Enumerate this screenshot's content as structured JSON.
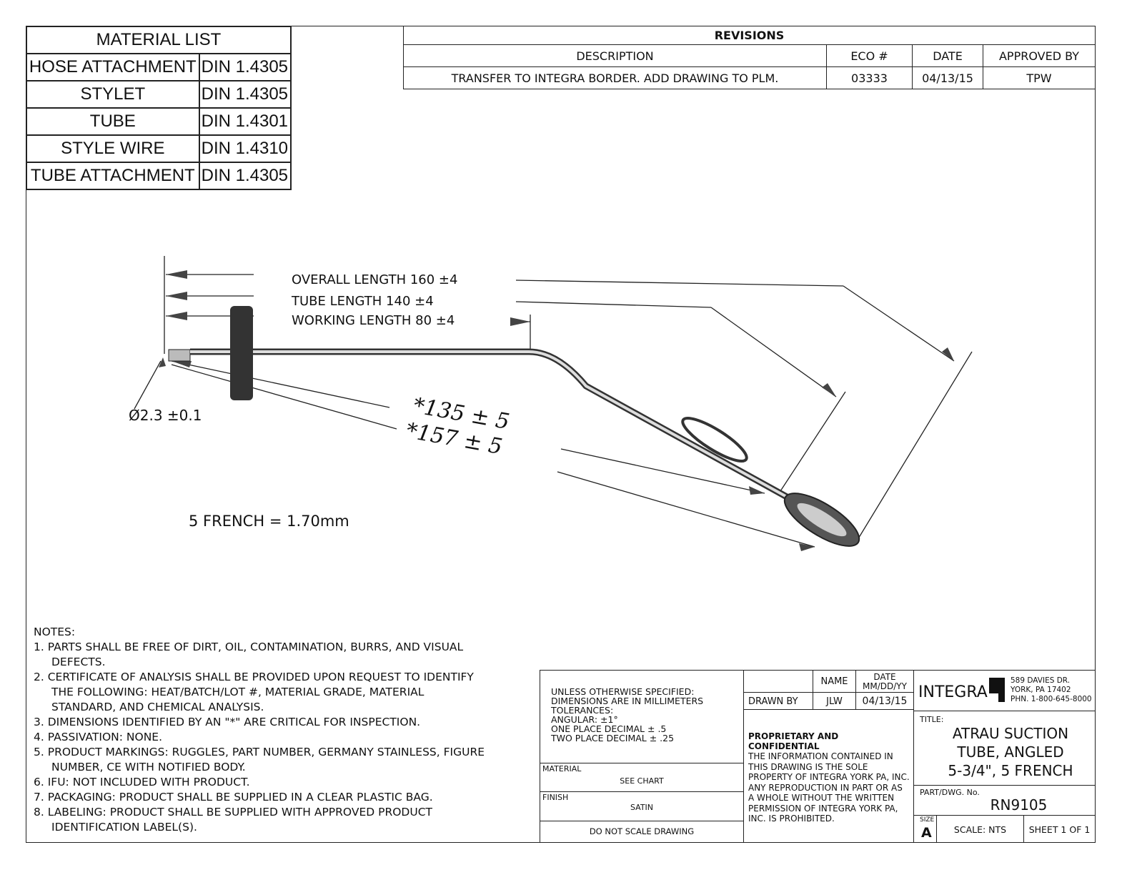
{
  "material_list": {
    "title": "MATERIAL LIST",
    "rows": [
      {
        "part": "HOSE ATTACHMENT",
        "material": "DIN 1.4305"
      },
      {
        "part": "STYLET",
        "material": "DIN 1.4305"
      },
      {
        "part": "TUBE",
        "material": "DIN 1.4301"
      },
      {
        "part": "STYLE WIRE",
        "material": "DIN 1.4310"
      },
      {
        "part": "TUBE ATTACHMENT",
        "material": "DIN 1.4305"
      }
    ]
  },
  "revisions": {
    "title": "REVISIONS",
    "headers": [
      "DESCRIPTION",
      "ECO #",
      "DATE",
      "APPROVED BY"
    ],
    "rows": [
      {
        "description": "TRANSFER TO INTEGRA BORDER. ADD DRAWING TO PLM.",
        "eco": "03333",
        "date": "04/13/15",
        "approved": "TPW"
      }
    ]
  },
  "drawing": {
    "overall": "OVERALL LENGTH 160 ±4",
    "tube": "TUBE LENGTH 140 ±4",
    "working": "WORKING LENGTH 80 ±4",
    "diameter": "Ø2.3 ±0.1",
    "dim1": "*135 ± 5",
    "dim2": "*157 ± 5",
    "french": "5 FRENCH = 1.70mm"
  },
  "notes": {
    "title": "NOTES:",
    "items": [
      "1. PARTS SHALL BE FREE OF DIRT, OIL, CONTAMINATION, BURRS, AND VISUAL DEFECTS.",
      "2. CERTIFICATE OF ANALYSIS SHALL BE PROVIDED UPON REQUEST TO IDENTIFY THE FOLLOWING: HEAT/BATCH/LOT #, MATERIAL GRADE, MATERIAL STANDARD, AND CHEMICAL ANALYSIS.",
      "3. DIMENSIONS IDENTIFIED BY AN \"*\" ARE CRITICAL FOR INSPECTION.",
      "4. PASSIVATION: NONE.",
      "5. PRODUCT MARKINGS: RUGGLES, PART NUMBER, GERMANY STAINLESS, FIGURE NUMBER, CE WITH NOTIFIED BODY.",
      "6. IFU: NOT INCLUDED WITH PRODUCT.",
      "7. PACKAGING: PRODUCT SHALL BE SUPPLIED IN A CLEAR PLASTIC BAG.",
      "8. LABELING: PRODUCT SHALL BE SUPPLIED WITH APPROVED PRODUCT IDENTIFICATION LABEL(S)."
    ]
  },
  "title_block": {
    "tolerances": [
      "UNLESS OTHERWISE SPECIFIED:",
      "DIMENSIONS ARE IN MILLIMETERS",
      "TOLERANCES:",
      "ANGULAR: ±1°",
      "ONE PLACE DECIMAL ± .5",
      "TWO PLACE DECIMAL ± .25"
    ],
    "material_label": "MATERIAL",
    "material_value": "SEE CHART",
    "finish_label": "FINISH",
    "finish_value": "SATIN",
    "do_not_scale": "DO NOT SCALE DRAWING",
    "name_header": "NAME",
    "date_header": "DATE MM/DD/YY",
    "drawn_by_label": "DRAWN BY",
    "drawn_by": "JLW",
    "drawn_date": "04/13/15",
    "proprietary_title": "PROPRIETARY AND CONFIDENTIAL",
    "proprietary_text": "THE INFORMATION CONTAINED IN THIS DRAWING IS THE SOLE PROPERTY OF INTEGRA YORK PA, INC.  ANY REPRODUCTION IN PART OR AS A WHOLE WITHOUT THE WRITTEN PERMISSION OF INTEGRA YORK PA, INC. IS PROHIBITED.",
    "logo": "INTEGRA",
    "address": [
      "589 DAVIES DR.",
      "YORK, PA 17402",
      "PHN. 1-800-645-8000"
    ],
    "title_label": "TITLE:",
    "title": [
      "ATRAU SUCTION",
      "TUBE, ANGLED",
      "5-3/4\", 5 FRENCH"
    ],
    "part_label": "PART/DWG. No.",
    "part_no": "RN9105",
    "size_label": "SIZE",
    "size": "A",
    "scale": "SCALE: NTS",
    "sheet": "SHEET 1 OF 1"
  }
}
